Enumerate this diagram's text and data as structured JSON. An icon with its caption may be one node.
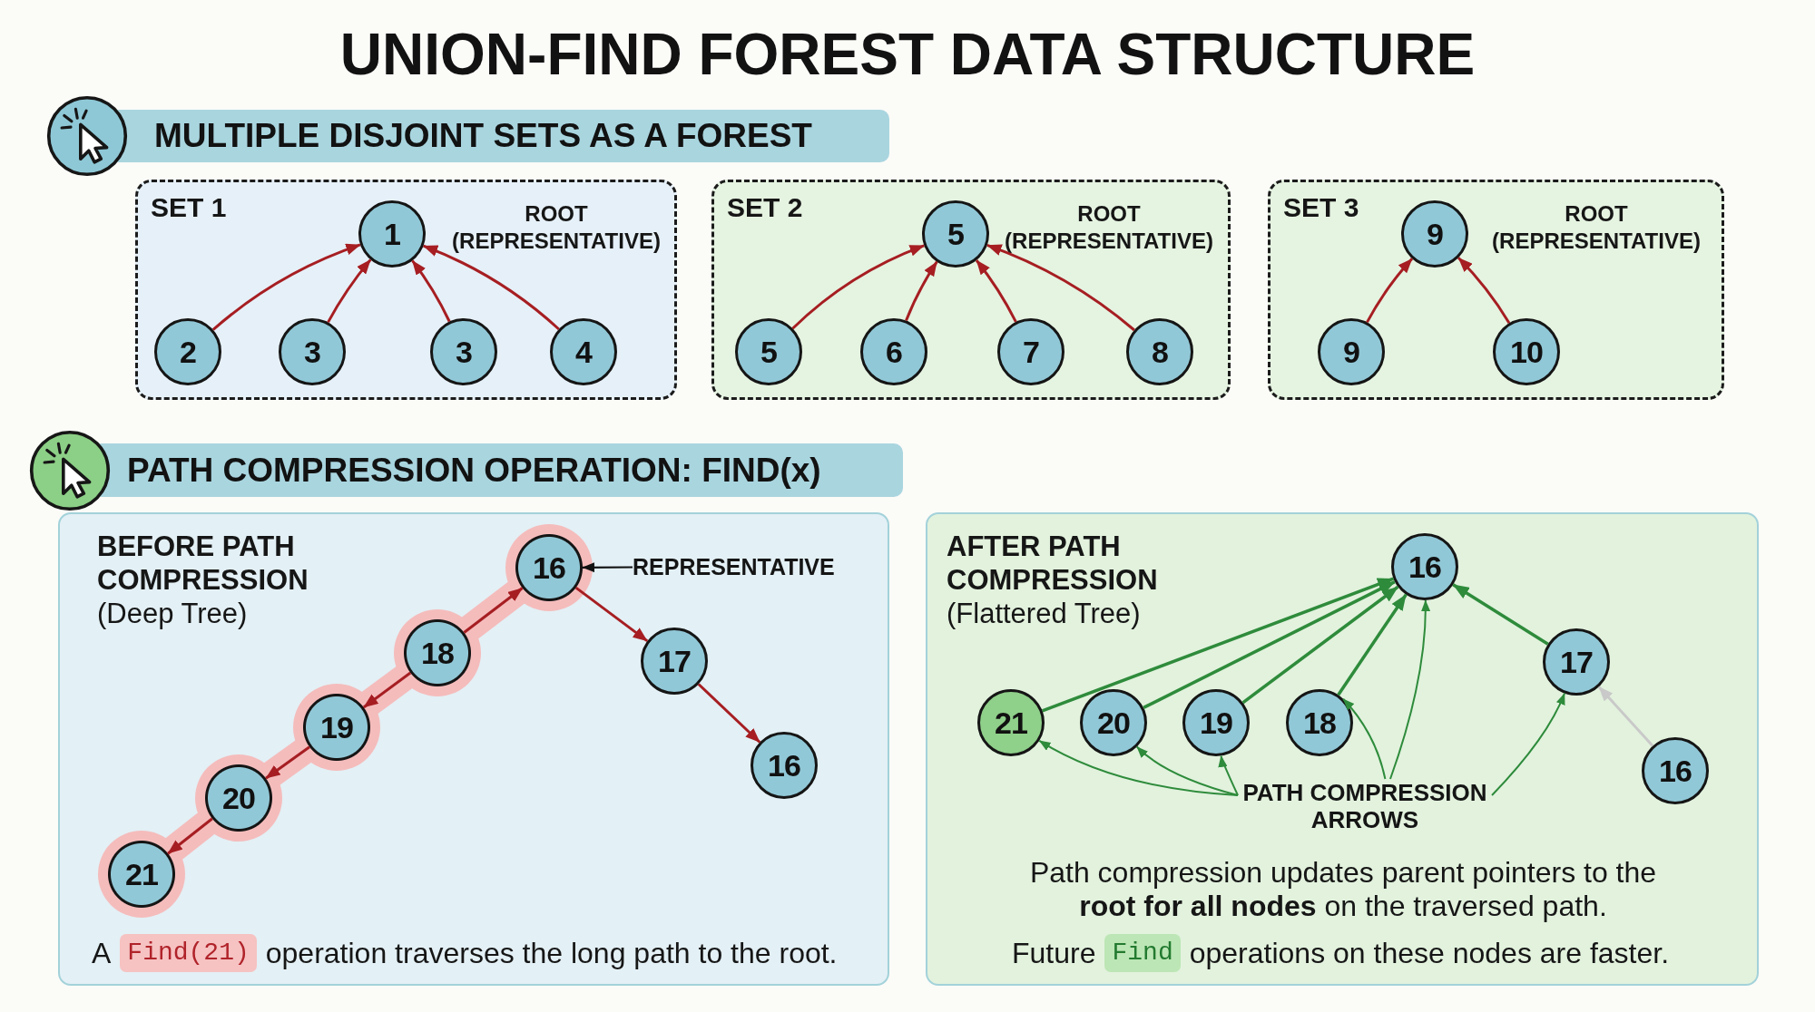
{
  "diagram": {
    "title": "UNION-FIND FOREST DATA STRUCTURE",
    "nodes": [
      {
        "text": [
          "MULTIPLE DISJOINT SETS AS A FOREST"
        ]
      },
      {
        "text": [
          "SET 1"
        ]
      },
      {
        "text": [
          "1"
        ],
        "in": 1,
        "beside": [
          "ROOT (REPRESENTATIVE)"
        ]
      },
      {
        "text": [
          "2"
        ],
        "in": 1
      },
      {
        "text": [
          "3"
        ],
        "in": 1
      },
      {
        "text": [
          "3"
        ],
        "in": 1
      },
      {
        "text": [
          "4"
        ],
        "in": 1
      },
      {
        "text": [
          "SET 2"
        ]
      },
      {
        "text": [
          "5"
        ],
        "in": 7,
        "beside": [
          "ROOT (REPRESENTATIVE)"
        ]
      },
      {
        "text": [
          "5"
        ],
        "in": 7
      },
      {
        "text": [
          "6"
        ],
        "in": 7
      },
      {
        "text": [
          "7"
        ],
        "in": 7
      },
      {
        "text": [
          "8"
        ],
        "in": 7
      },
      {
        "text": [
          "SET 3"
        ]
      },
      {
        "text": [
          "9"
        ],
        "in": 13,
        "beside": [
          "ROOT (REPRESENTATIVE)"
        ]
      },
      {
        "text": [
          "9"
        ],
        "in": 13
      },
      {
        "text": [
          "10"
        ],
        "in": 13
      },
      {
        "text": [
          "PATH COMPRESSION OPERATION: FIND(x)"
        ]
      },
      {
        "text": [
          "BEFORE PATH COMPRESSION",
          "(Deep Tree)",
          "A",
          "operation traverses the long path to the root."
        ]
      },
      {
        "text": [
          "16"
        ],
        "in": 18
      },
      {
        "text": [
          "REPRESENTATIVE"
        ],
        "in": 18
      },
      {
        "text": [
          "18"
        ],
        "in": 18
      },
      {
        "text": [
          "17"
        ],
        "in": 18
      },
      {
        "text": [
          "19"
        ],
        "in": 18
      },
      {
        "text": [
          "20"
        ],
        "in": 18
      },
      {
        "text": [
          "16"
        ],
        "in": 18
      },
      {
        "text": [
          "21"
        ],
        "in": 18
      },
      {
        "text": [
          "Find(21)"
        ],
        "in": 18
      },
      {
        "text": [
          "AFTER PATH COMPRESSION",
          "(Flattered Tree)",
          "Path compression updates parent pointers to the **root for all nodes** on the traversed path.",
          "Future",
          "operations on these nodes are faster."
        ]
      },
      {
        "text": [
          "16"
        ],
        "in": 28
      },
      {
        "text": [
          "17"
        ],
        "in": 28
      },
      {
        "text": [
          "21"
        ],
        "in": 28
      },
      {
        "text": [
          "20"
        ],
        "in": 28
      },
      {
        "text": [
          "19"
        ],
        "in": 28
      },
      {
        "text": [
          "18"
        ],
        "in": 28
      },
      {
        "text": [
          "16"
        ],
        "in": 28
      },
      {
        "text": [
          "PATH COMPRESSION ARROWS"
        ],
        "in": 28
      },
      {
        "text": [
          "Find"
        ],
        "in": 28
      }
    ],
    "edges": [
      {
        "from": 3,
        "to": 2,
        "arrow": "to"
      },
      {
        "from": 4,
        "to": 2,
        "arrow": "to"
      },
      {
        "from": 5,
        "to": 2,
        "arrow": "to"
      },
      {
        "from": 6,
        "to": 2,
        "arrow": "to"
      },
      {
        "from": 9,
        "to": 8,
        "arrow": "to"
      },
      {
        "from": 10,
        "to": 8,
        "arrow": "to"
      },
      {
        "from": 11,
        "to": 8,
        "arrow": "to"
      },
      {
        "from": 12,
        "to": 8,
        "arrow": "to"
      },
      {
        "from": 15,
        "to": 14,
        "arrow": "to"
      },
      {
        "from": 16,
        "to": 14,
        "arrow": "to"
      },
      {
        "from": 21,
        "to": 19,
        "arrow": "to"
      },
      {
        "from": 21,
        "to": 23,
        "arrow": "to"
      },
      {
        "from": 23,
        "to": 24,
        "arrow": "to"
      },
      {
        "from": 24,
        "to": 26,
        "arrow": "to"
      },
      {
        "from": 19,
        "to": 22,
        "arrow": "to"
      },
      {
        "from": 22,
        "to": 25,
        "arrow": "to"
      },
      {
        "from": 20,
        "to": 19,
        "arrow": "to",
        "color": "#111111"
      },
      {
        "from": 31,
        "to": 29,
        "arrow": "to",
        "color": "#2e8b3b"
      },
      {
        "from": 32,
        "to": 29,
        "arrow": "to",
        "color": "#2e8b3b"
      },
      {
        "from": 33,
        "to": 29,
        "arrow": "to",
        "color": "#2e8b3b"
      },
      {
        "from": 34,
        "to": 29,
        "arrow": "to",
        "color": "#2e8b3b"
      },
      {
        "from": 30,
        "to": 29,
        "arrow": "to",
        "color": "#2e8b3b"
      },
      {
        "from": 35,
        "to": 30,
        "arrow": "to",
        "color": "#c9c9c9"
      },
      {
        "from": 36,
        "to": 31,
        "arrow": "to",
        "color": "#2e8b3b"
      },
      {
        "from": 36,
        "to": 32,
        "arrow": "to",
        "color": "#2e8b3b"
      },
      {
        "from": 36,
        "to": 33,
        "arrow": "to",
        "color": "#2e8b3b"
      },
      {
        "from": 36,
        "to": 34,
        "arrow": "to",
        "color": "#2e8b3b"
      },
      {
        "from": 36,
        "to": 29,
        "arrow": "to",
        "color": "#2e8b3b"
      },
      {
        "from": 36,
        "to": 30,
        "arrow": "to",
        "color": "#2e8b3b"
      }
    ]
  }
}
